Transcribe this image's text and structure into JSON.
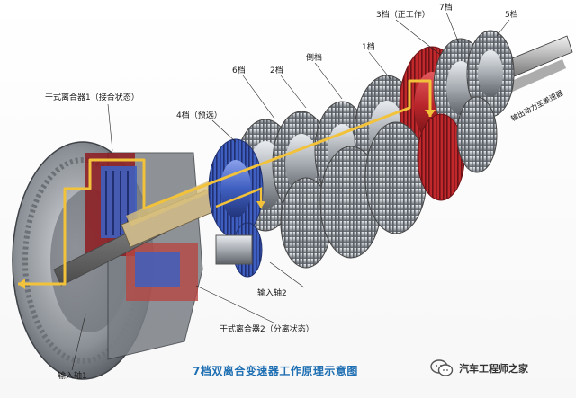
{
  "labels": {
    "gear3": "3档（正工作）",
    "gear7": "7档",
    "gear5": "5档",
    "gear6": "6档",
    "gear2": "2档",
    "reverse": "倒档",
    "gear1": "1档",
    "gear4": "4档（预选）",
    "clutch1": "干式离合器1（接合状态）",
    "output": "输出动力至差速器",
    "input_shaft2": "输入轴2",
    "clutch2": "干式离合器2（分离状态）",
    "input_shaft1": "输入轴1"
  },
  "caption": "7档双离合变速器工作原理示意图",
  "watermark": {
    "text": "汽车工程师之家",
    "icon": "wechat-icon"
  },
  "colors": {
    "power_flow": "#f2c23a",
    "active_gear_red": "#c0282c",
    "preselect_blue": "#3f5fc0",
    "caption_blue": "#1f6fb3",
    "steel": "#9aa0a6"
  }
}
